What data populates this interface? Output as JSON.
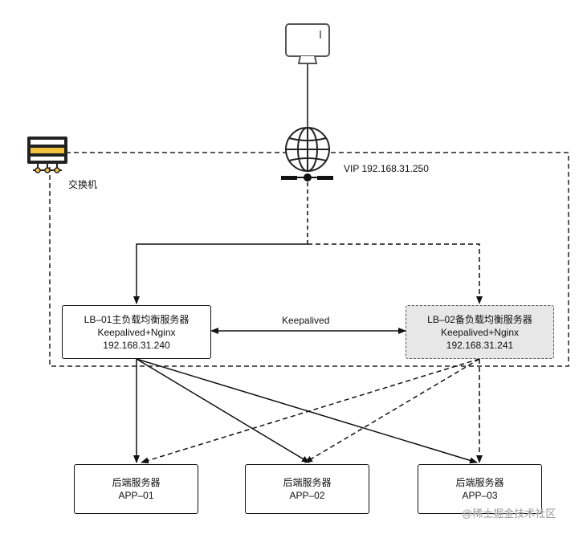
{
  "labels": {
    "switch": "交换机",
    "vip": "VIP 192.168.31.250",
    "keepalived": "Keepalived"
  },
  "lb01": {
    "title": "LB–01主负载均衡服务器",
    "software": "Keepalived+Nginx",
    "ip": "192.168.31.240"
  },
  "lb02": {
    "title": "LB–02备负载均衡服务器",
    "software": "Keepalived+Nginx",
    "ip": "192.168.31.241"
  },
  "backends": [
    {
      "title": "后端服务器",
      "name": "APP–01"
    },
    {
      "title": "后端服务器",
      "name": "APP–02"
    },
    {
      "title": "后端服务器",
      "name": "APP–03"
    }
  ],
  "watermark": "@稀土掘金技术社区",
  "colors": {
    "stroke": "#111111",
    "backup_fill": "#e7e7e7",
    "switch_yellow": "#f3c23c"
  }
}
